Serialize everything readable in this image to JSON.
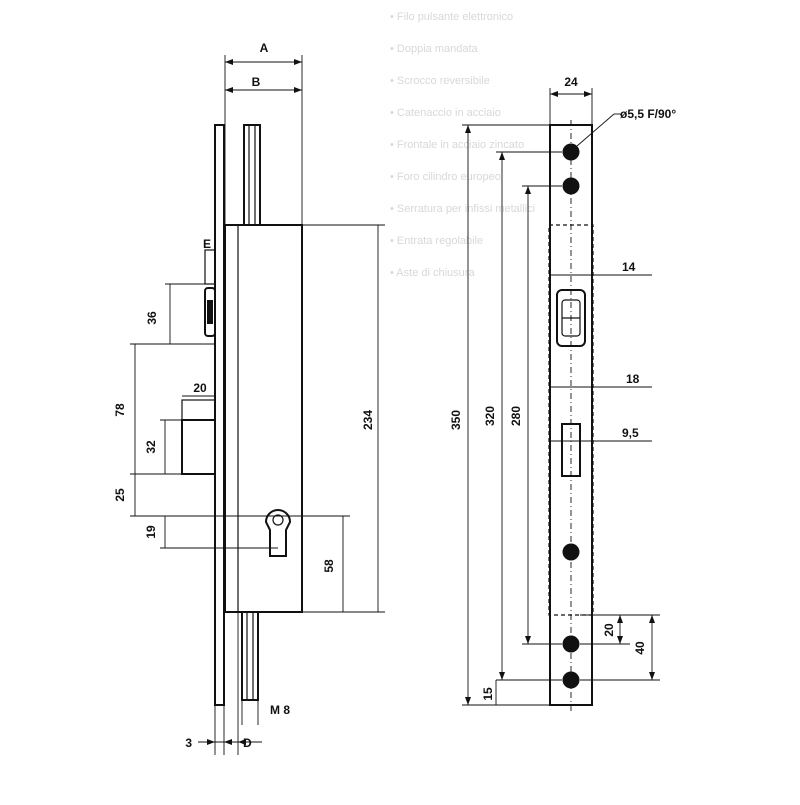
{
  "colors": {
    "ink": "#111111",
    "paper": "#ffffff",
    "ghost": "#d8d8d8"
  },
  "side_view": {
    "labels": {
      "A": "A",
      "B": "B",
      "E": "E",
      "D": "D",
      "d36": "36",
      "d78": "78",
      "d20": "20",
      "d32": "32",
      "d25": "25",
      "d19": "19",
      "d234": "234",
      "d58": "58",
      "m8": "M 8",
      "d3": "3"
    }
  },
  "front_view": {
    "labels": {
      "d24": "24",
      "hole": "ø5,5 F/90°",
      "d14": "14",
      "d18": "18",
      "d9_5": "9,5",
      "d350": "350",
      "d320": "320",
      "d280": "280",
      "d20": "20",
      "d40": "40",
      "d15": "15"
    }
  },
  "ghost_text": {
    "lines": [
      "• Filo pulsante elettronico",
      "• Doppia mandata",
      "• Scrocco reversibile",
      "• Catenaccio in acciaio",
      "• Frontale in acciaio zincato",
      "• Foro cilindro europeo",
      "• Serratura per infissi metallici",
      "• Entrata regolabile",
      "• Aste di chiusura"
    ]
  }
}
